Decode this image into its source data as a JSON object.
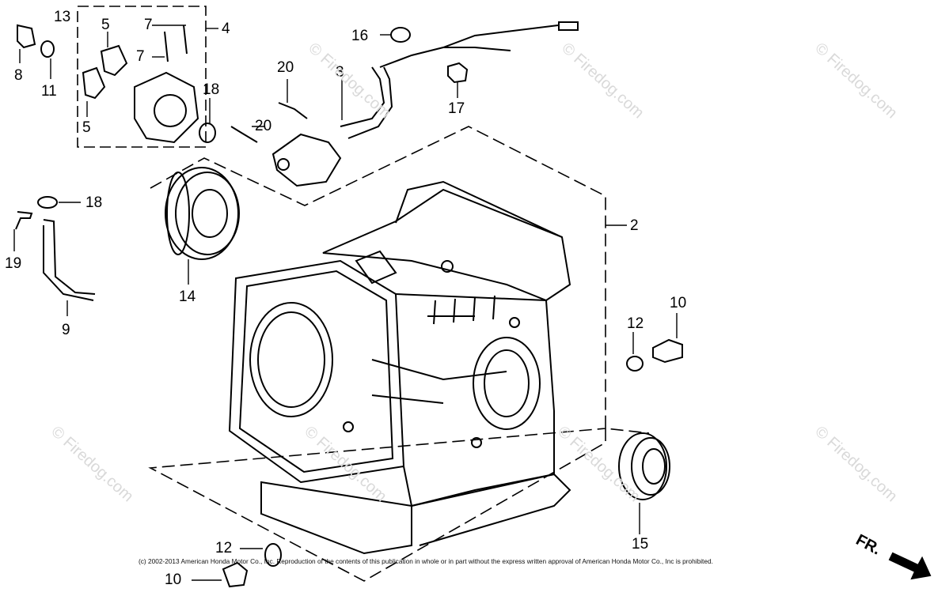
{
  "callouts": {
    "c2": "2",
    "c3": "3",
    "c4": "4",
    "c5a": "5",
    "c5b": "5",
    "c7a": "7",
    "c7b": "7",
    "c8": "8",
    "c9": "9",
    "c10a": "10",
    "c10b": "10",
    "c11": "11",
    "c12a": "12",
    "c12b": "12",
    "c13": "13",
    "c14": "14",
    "c15": "15",
    "c16": "16",
    "c17": "17",
    "c18a": "18",
    "c18b": "18",
    "c19": "19",
    "c20a": "20",
    "c20b": "20"
  },
  "watermark": "© Firedog.com",
  "copyright": "(c) 2002-2013 American Honda Motor Co., Inc. Reproduction of the contents of this publication in whole or in part without the express written approval of American Honda Motor Co., Inc is prohibited.",
  "front_label": "FR.",
  "colors": {
    "ink": "#000000",
    "watermark": "#d9d9d9",
    "background": "#ffffff"
  }
}
